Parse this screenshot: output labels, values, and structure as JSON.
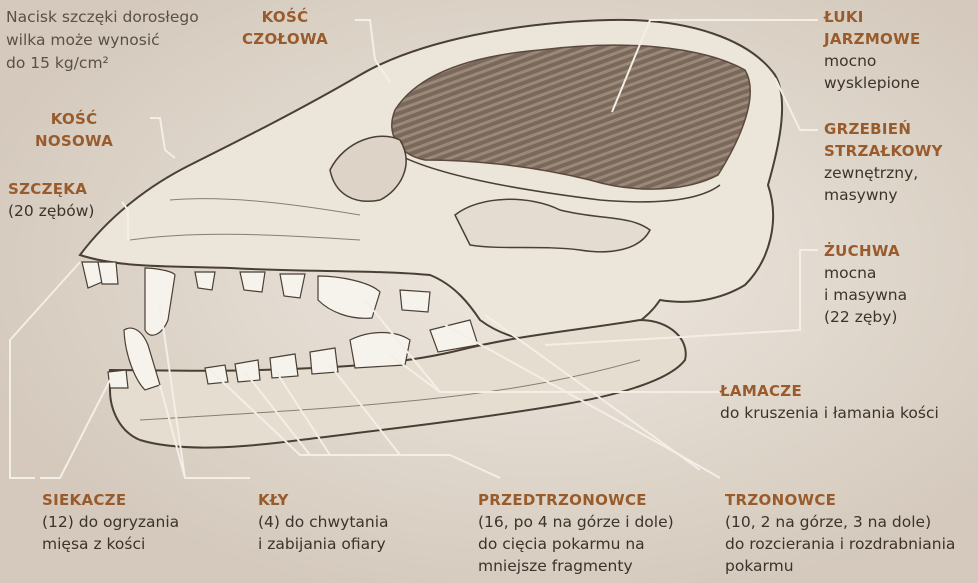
{
  "intro": {
    "line1": "Nacisk szczęki dorosłego",
    "line2": "wilka może wynosić",
    "line3": "do 15 kg/cm²"
  },
  "labels": {
    "kosc_czolowa": {
      "t1": "KOŚĆ",
      "t2": "CZOŁOWA"
    },
    "kosc_nosowa": {
      "t1": "KOŚĆ",
      "t2": "NOSOWA"
    },
    "szczeka": {
      "t1": "SZCZĘKA",
      "d1": "(20 zębów)"
    },
    "luki": {
      "t1": "ŁUKI",
      "t2": "JARZMOWE",
      "d1": "mocno",
      "d2": "wysklepione"
    },
    "grzebien": {
      "t1": "GRZEBIEŃ",
      "t2": "STRZAŁKOWY",
      "d1": "zewnętrzny,",
      "d2": "masywny"
    },
    "zuchwa": {
      "t1": "ŻUCHWA",
      "d1": "mocna",
      "d2": "i masywna",
      "d3": "(22 zęby)"
    },
    "lamacze": {
      "t1": "ŁAMACZE",
      "d1": "do kruszenia i łamania kości"
    },
    "siekacze": {
      "t1": "SIEKACZE",
      "d1": "(12) do ogryzania",
      "d2": "mięsa z kości"
    },
    "kly": {
      "t1": "KŁY",
      "d1": "(4) do chwytania",
      "d2": "i zabijania ofiary"
    },
    "przedtrzonowce": {
      "t1": "PRZEDTRZONOWCE",
      "d1": "(16, po 4 na górze i dole)",
      "d2": "do cięcia pokarmu na",
      "d3": "mniejsze fragmenty"
    },
    "trzonowce": {
      "t1": "TRZONOWCE",
      "d1": "(10, 2 na górze, 3 na dole)",
      "d2": "do rozcierania i rozdrabniania",
      "d3": "pokarmu"
    }
  }
}
